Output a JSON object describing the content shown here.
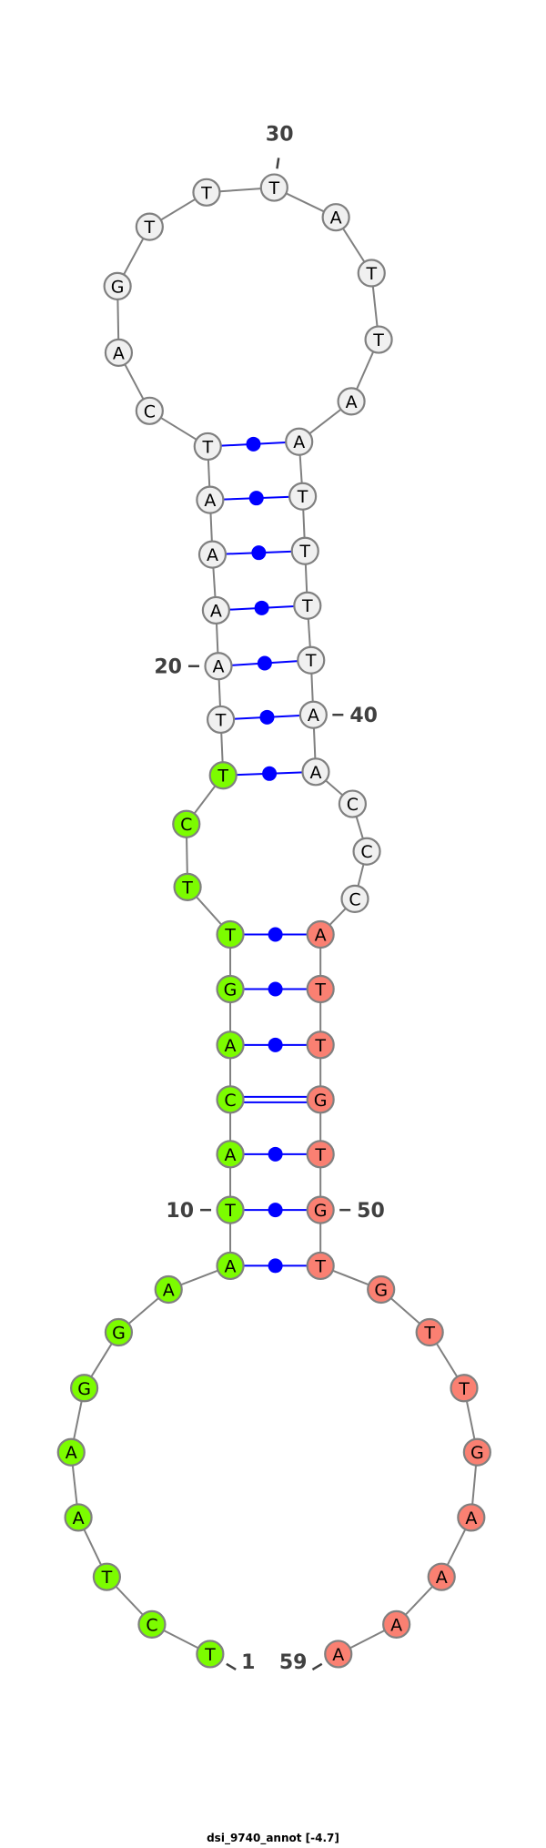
{
  "title": "dsi_9740_annot [-4.7]",
  "sequence": "TCTAAGGAATACAGTTCTTAAAATCAGTTTATTAATTTTAACCCATTGTGTGTTGAAAA",
  "pairs": [
    [
      9,
      51
    ],
    [
      10,
      50
    ],
    [
      11,
      49
    ],
    [
      12,
      48
    ],
    [
      13,
      47
    ],
    [
      14,
      46
    ],
    [
      15,
      45
    ],
    [
      18,
      41
    ],
    [
      19,
      40
    ],
    [
      20,
      39
    ],
    [
      21,
      38
    ],
    [
      22,
      37
    ],
    [
      23,
      36
    ],
    [
      24,
      35
    ]
  ],
  "gc_double_pairs": [
    [
      12,
      48
    ]
  ],
  "regions": [
    {
      "name": "5-prime-arm",
      "from": 1,
      "to": 18,
      "color": "#7cfc00"
    },
    {
      "name": "3-prime-arm",
      "from": 45,
      "to": 59,
      "color": "#fa8072"
    }
  ],
  "colors": {
    "default_fill": "#f0f0f0",
    "stroke": "#808080",
    "pair": "#0000ff",
    "backbone": "#808080",
    "label": "#404040"
  },
  "position_labels": [
    {
      "index": 1,
      "text": "1"
    },
    {
      "index": 10,
      "text": "10"
    },
    {
      "index": 20,
      "text": "20"
    },
    {
      "index": 30,
      "text": "30"
    },
    {
      "index": 40,
      "text": "40"
    },
    {
      "index": 50,
      "text": "50"
    },
    {
      "index": 59,
      "text": "59"
    }
  ]
}
